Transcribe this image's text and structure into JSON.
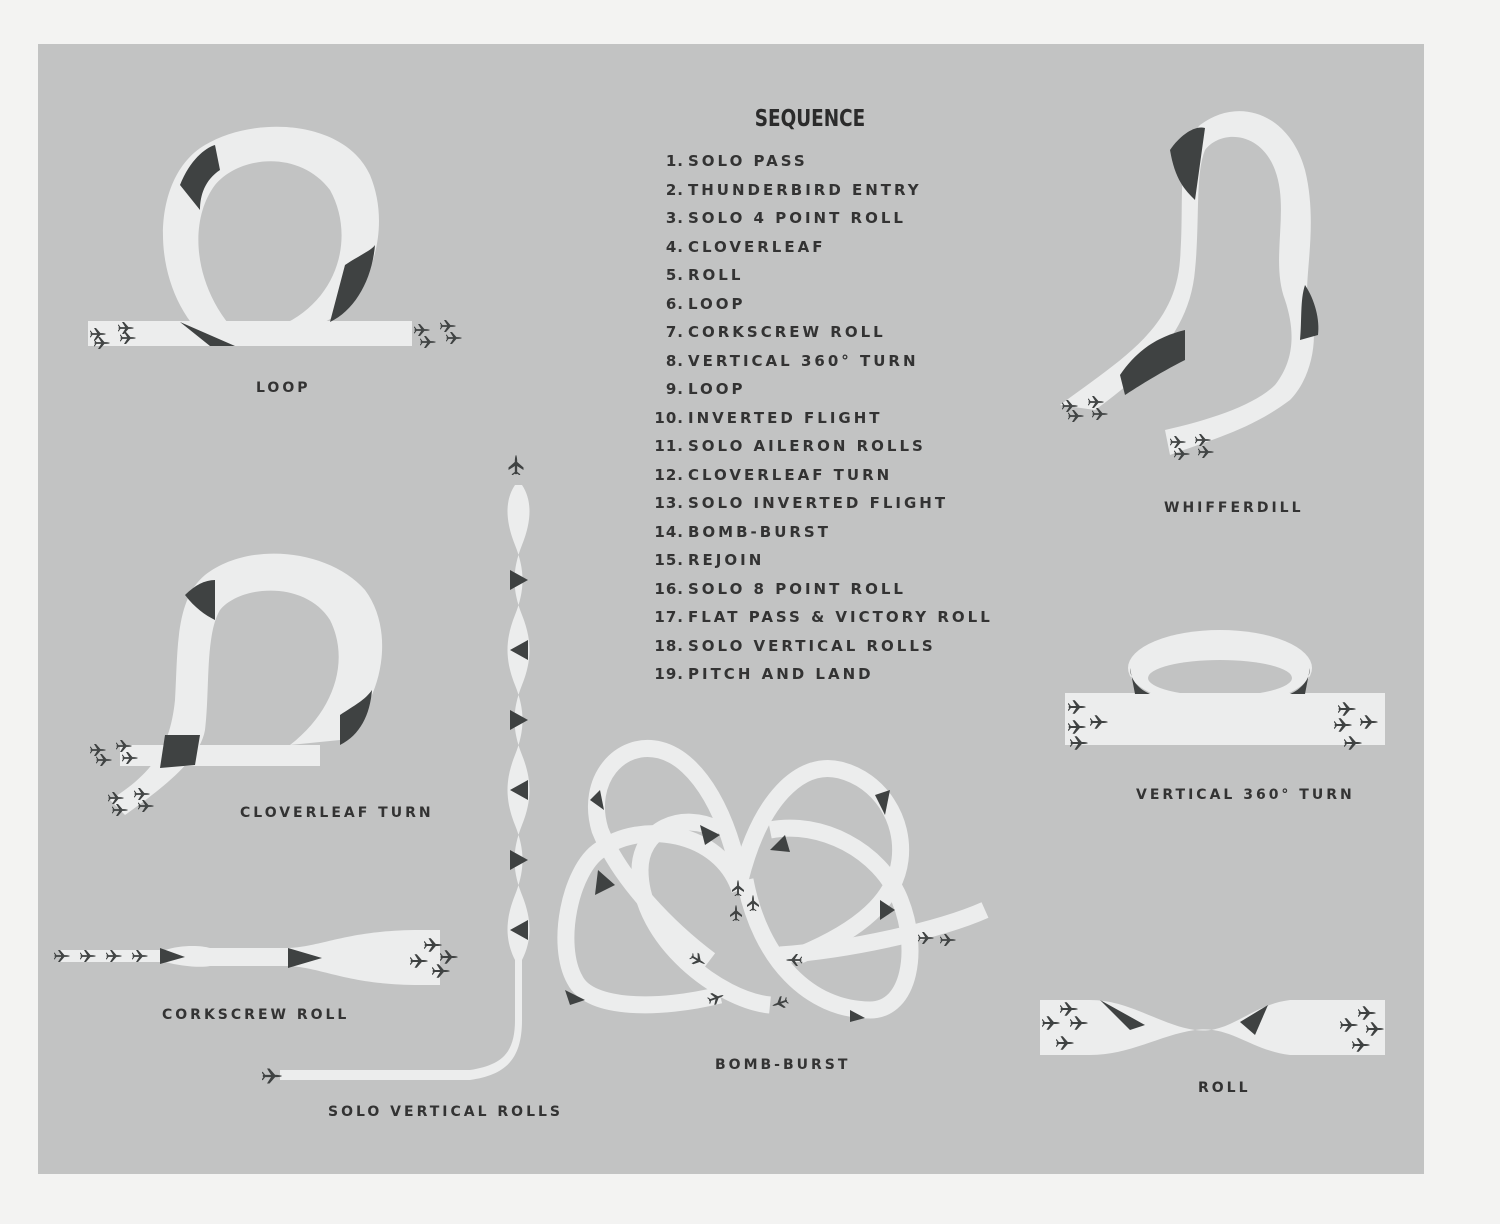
{
  "sequence": {
    "title": "SEQUENCE",
    "items": [
      {
        "num": "1.",
        "label": "SOLO PASS"
      },
      {
        "num": "2.",
        "label": "THUNDERBIRD ENTRY"
      },
      {
        "num": "3.",
        "label": "SOLO 4 POINT ROLL"
      },
      {
        "num": "4.",
        "label": "CLOVERLEAF"
      },
      {
        "num": "5.",
        "label": "ROLL"
      },
      {
        "num": "6.",
        "label": "LOOP"
      },
      {
        "num": "7.",
        "label": "CORKSCREW ROLL"
      },
      {
        "num": "8.",
        "label": "VERTICAL 360° TURN"
      },
      {
        "num": "9.",
        "label": "LOOP"
      },
      {
        "num": "10.",
        "label": "INVERTED FLIGHT"
      },
      {
        "num": "11.",
        "label": "SOLO AILERON ROLLS"
      },
      {
        "num": "12.",
        "label": "CLOVERLEAF TURN"
      },
      {
        "num": "13.",
        "label": "SOLO INVERTED FLIGHT"
      },
      {
        "num": "14.",
        "label": "BOMB-BURST"
      },
      {
        "num": "15.",
        "label": "REJOIN"
      },
      {
        "num": "16.",
        "label": "SOLO 8 POINT ROLL"
      },
      {
        "num": "17.",
        "label": "FLAT PASS & VICTORY ROLL"
      },
      {
        "num": "18.",
        "label": "SOLO VERTICAL ROLLS"
      },
      {
        "num": "19.",
        "label": "PITCH AND LAND"
      }
    ]
  },
  "maneuvers": {
    "loop": "LOOP",
    "whifferdill": "WHIFFERDILL",
    "cloverleaf_turn": "CLOVERLEAF TURN",
    "vertical_turn": "VERTICAL 360° TURN",
    "corkscrew_roll": "CORKSCREW ROLL",
    "solo_vertical_rolls": "SOLO VERTICAL ROLLS",
    "bomb_burst": "BOMB-BURST",
    "roll": "ROLL"
  },
  "colors": {
    "background": "#c2c3c3",
    "ribbon": "#eceded",
    "shadow": "#3f4242",
    "text": "#333333"
  }
}
